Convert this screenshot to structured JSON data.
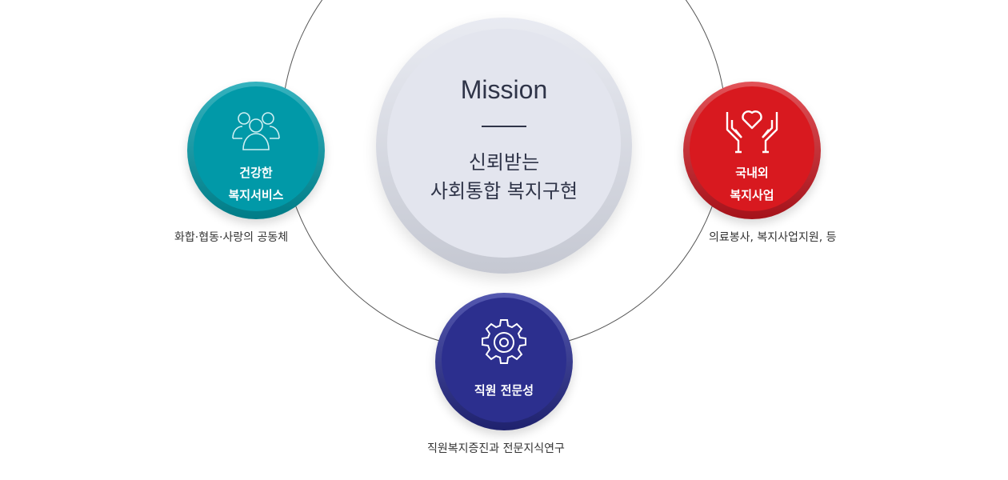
{
  "mission": {
    "title": "Mission",
    "line1": "신뢰받는",
    "line2": "사회통합 복지구현"
  },
  "nodes": {
    "health": {
      "line1": "건강한",
      "line2": "복지서비스",
      "caption": "화합·협동·사랑의 공동체",
      "icon": "people-group-icon",
      "color": "#0199a8"
    },
    "welfare": {
      "line1": "국내외",
      "line2": "복지사업",
      "caption": "의료봉사, 복지사업지원, 등",
      "icon": "hands-heart-icon",
      "color": "#d8191f"
    },
    "staff": {
      "line1": "직원 전문성",
      "caption": "직원복지증진과 전문지식연구",
      "icon": "gear-icon",
      "color": "#2c2f8e"
    }
  }
}
